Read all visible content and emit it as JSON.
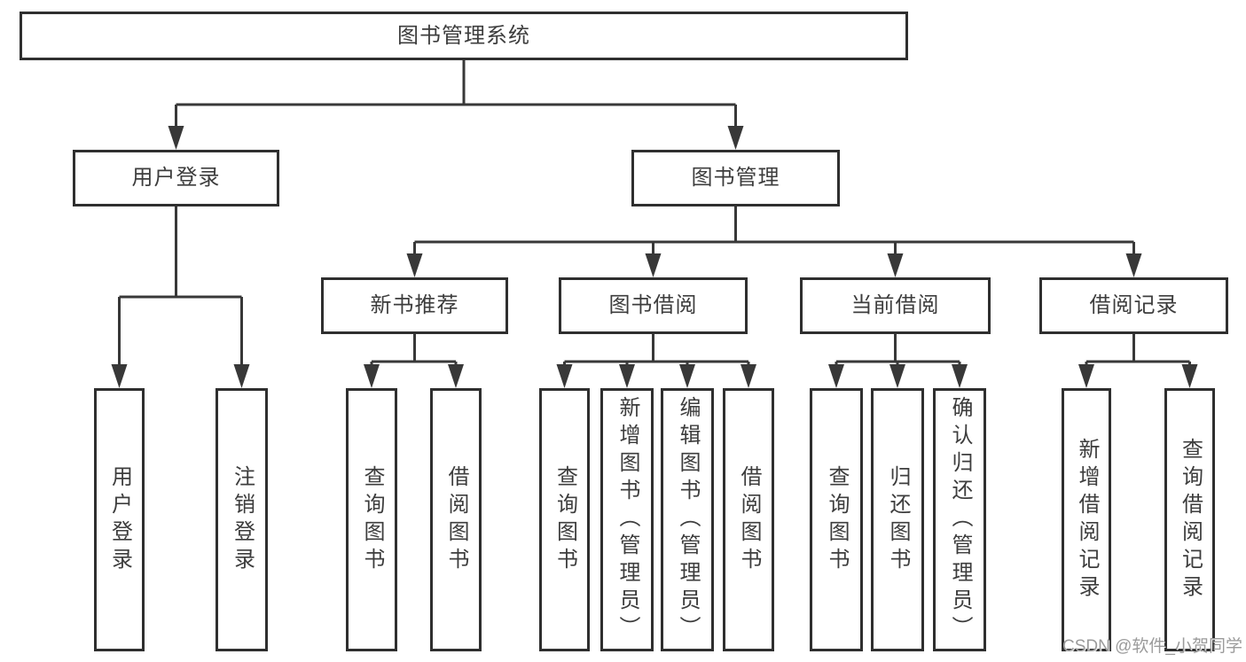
{
  "tree": {
    "root": "图书管理系统",
    "children": [
      {
        "label": "用户登录",
        "children": [
          "用户登录",
          "注销登录"
        ]
      },
      {
        "label": "图书管理",
        "children": [
          {
            "label": "新书推荐",
            "children": [
              "查询图书",
              "借阅图书"
            ]
          },
          {
            "label": "图书借阅",
            "children": [
              "查询图书",
              "新增图书（管理员）",
              "编辑图书（管理员）",
              "借阅图书"
            ]
          },
          {
            "label": "当前借阅",
            "children": [
              "查询图书",
              "归还图书",
              "确认归还（管理员）"
            ]
          },
          {
            "label": "借阅记录",
            "children": [
              "新增借阅记录",
              "查询借阅记录"
            ]
          }
        ]
      }
    ]
  },
  "watermark": "CSDN @软件_小贺同学",
  "colors": {
    "background": "#ffffff",
    "box_border": "#2f2f2f",
    "connector_line": "#383838",
    "label_text": "#3d3d3d",
    "watermark_text": "#9b9b9b"
  }
}
